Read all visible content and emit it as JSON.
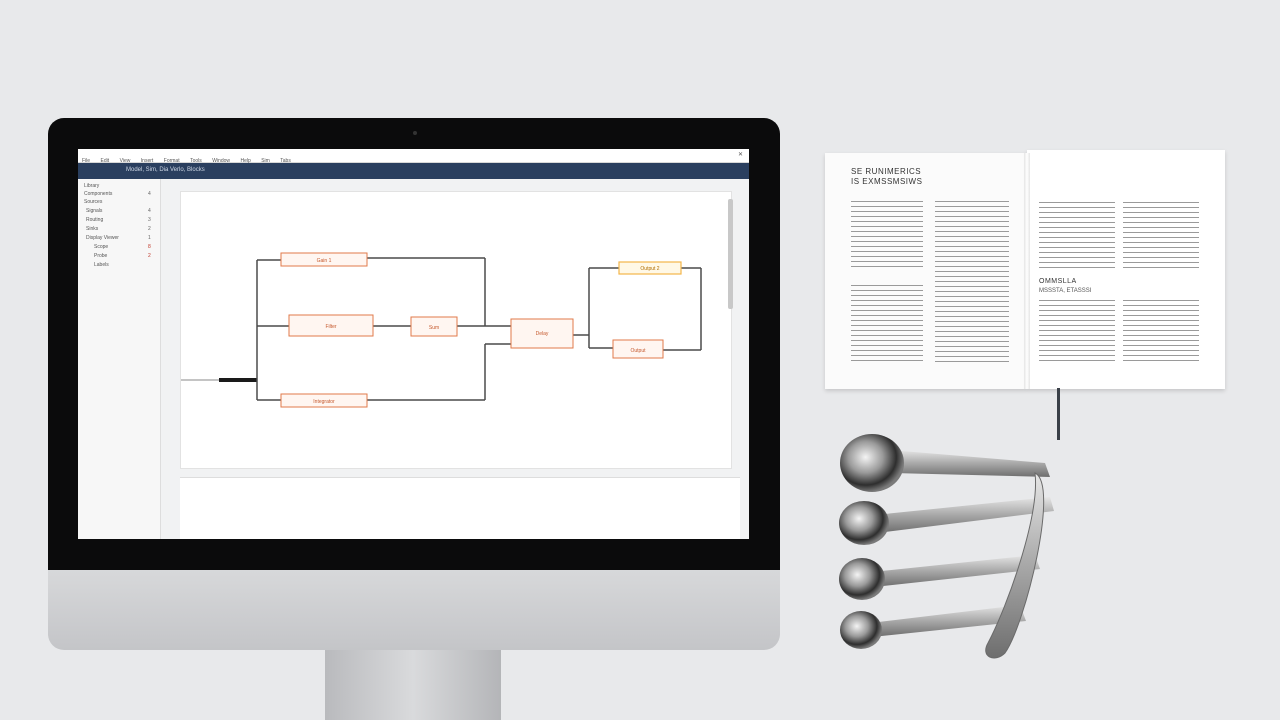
{
  "screen_ui": {
    "menu_items": [
      "File",
      "Edit",
      "View",
      "Insert",
      "Format",
      "Tools",
      "Window",
      "Help",
      "Sim",
      "Tabs"
    ],
    "window_close": "✕",
    "title": "Model, Sim, Dia Verlo, Blocks",
    "sidebar": {
      "rows": [
        {
          "label": "Library",
          "count": ""
        },
        {
          "label": "Components",
          "count": "4"
        },
        {
          "label": "Sources",
          "count": ""
        },
        {
          "label": "Signals",
          "count": "4"
        },
        {
          "label": "Routing",
          "count": "3"
        },
        {
          "label": "Sinks",
          "count": "2"
        },
        {
          "label": "Display Viewer",
          "count": "1"
        },
        {
          "label": "Scope",
          "count": "8"
        },
        {
          "label": "Probe",
          "count": "2"
        },
        {
          "label": "Labels",
          "count": ""
        }
      ]
    },
    "diagram": {
      "blocks": [
        {
          "label": "Gain 1"
        },
        {
          "label": "Filter"
        },
        {
          "label": "Sum"
        },
        {
          "label": "Delay"
        },
        {
          "label": "Output 2"
        },
        {
          "label": "Output"
        },
        {
          "label": "Integrator"
        }
      ]
    }
  },
  "book": {
    "left_heading": "SE RUNIMERICS",
    "left_subheading": "IS EXMSSMSIWS",
    "right_heading": "OMMSLLA",
    "right_subheading": "MSSSTA, ETASSSI"
  },
  "colors": {
    "block_border": "#e07a4a",
    "highlight_block": "#f3b64a",
    "connector": "#4a4a4a",
    "titlebar": "#2a3f5f"
  }
}
